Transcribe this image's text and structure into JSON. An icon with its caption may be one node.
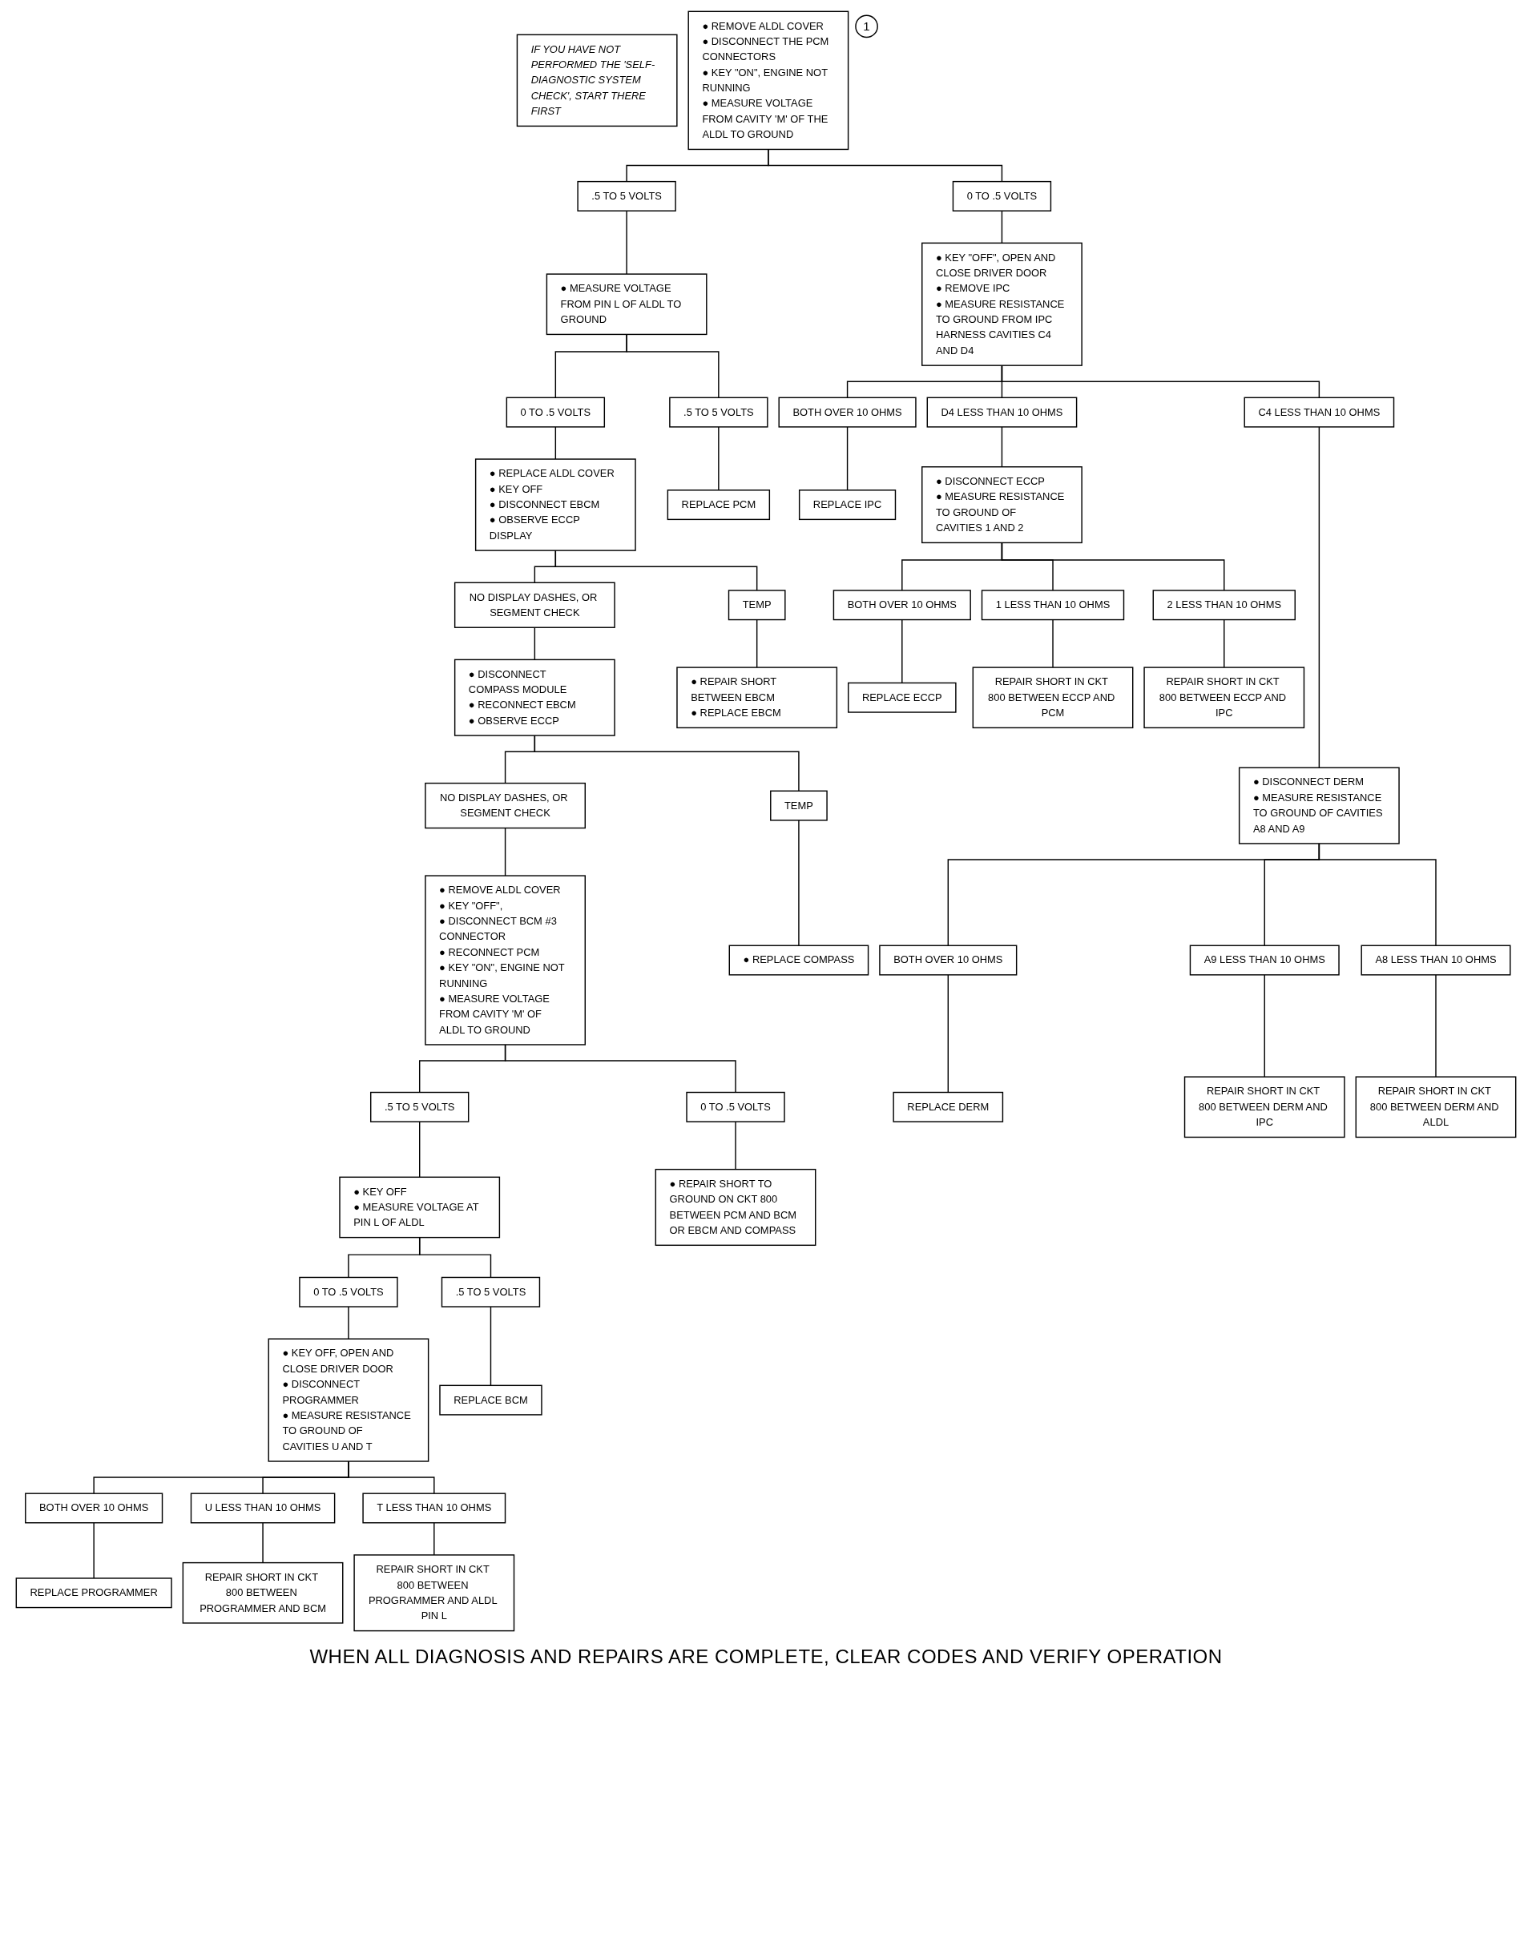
{
  "diagram": {
    "nodes": [
      {
        "text": [
          "IF YOU HAVE NOT PERFORMED THE 'SELF-DIAGNOSTIC SYSTEM CHECK', START THERE FIRST"
        ]
      },
      {
        "text": [
          "● REMOVE ALDL COVER",
          "● DISCONNECT THE PCM CONNECTORS",
          "● KEY \"ON\", ENGINE NOT RUNNING",
          "● MEASURE VOLTAGE FROM CAVITY 'M' OF THE ALDL TO GROUND"
        ],
        "beside": [
          "1"
        ]
      },
      {
        "text": [
          ".5 TO 5 VOLTS"
        ]
      },
      {
        "text": [
          "0 TO .5 VOLTS"
        ]
      },
      {
        "text": [
          "● MEASURE VOLTAGE FROM PIN L OF ALDL TO GROUND"
        ]
      },
      {
        "text": [
          "● KEY \"OFF\", OPEN AND CLOSE DRIVER DOOR",
          "● REMOVE IPC",
          "● MEASURE RESISTANCE TO GROUND FROM IPC HARNESS CAVITIES C4 AND D4"
        ]
      },
      {
        "text": [
          "0 TO .5 VOLTS"
        ]
      },
      {
        "text": [
          ".5 TO 5 VOLTS"
        ]
      },
      {
        "text": [
          "BOTH OVER 10 OHMS"
        ]
      },
      {
        "text": [
          "D4 LESS THAN 10 OHMS"
        ]
      },
      {
        "text": [
          "C4 LESS THAN 10 OHMS"
        ]
      },
      {
        "text": [
          "● REPLACE ALDL COVER",
          "● KEY OFF",
          "● DISCONNECT EBCM",
          "● OBSERVE ECCP DISPLAY"
        ]
      },
      {
        "text": [
          "REPLACE PCM"
        ]
      },
      {
        "text": [
          "REPLACE IPC"
        ]
      },
      {
        "text": [
          "● DISCONNECT ECCP",
          "● MEASURE RESISTANCE TO GROUND OF CAVITIES 1 AND 2"
        ]
      },
      {
        "text": [
          "NO DISPLAY DASHES, OR SEGMENT CHECK"
        ]
      },
      {
        "text": [
          "TEMP"
        ]
      },
      {
        "text": [
          "● DISCONNECT COMPASS MODULE",
          "● RECONNECT EBCM",
          "● OBSERVE ECCP"
        ]
      },
      {
        "text": [
          "● REPAIR SHORT BETWEEN EBCM",
          "● REPLACE EBCM"
        ]
      },
      {
        "text": [
          "BOTH OVER 10 OHMS"
        ]
      },
      {
        "text": [
          "1 LESS THAN 10 OHMS"
        ]
      },
      {
        "text": [
          "2 LESS THAN 10 OHMS"
        ]
      },
      {
        "text": [
          "REPLACE ECCP"
        ]
      },
      {
        "text": [
          "REPAIR SHORT IN CKT 800 BETWEEN ECCP AND PCM"
        ]
      },
      {
        "text": [
          "REPAIR SHORT IN CKT 800 BETWEEN ECCP AND IPC"
        ]
      },
      {
        "text": [
          "NO DISPLAY DASHES, OR SEGMENT CHECK"
        ]
      },
      {
        "text": [
          "TEMP"
        ]
      },
      {
        "text": [
          "● DISCONNECT DERM",
          "● MEASURE RESISTANCE TO GROUND OF CAVITIES A8 AND A9"
        ]
      },
      {
        "text": [
          "● REMOVE ALDL COVER",
          "● KEY \"OFF\",",
          "● DISCONNECT BCM #3 CONNECTOR",
          "● RECONNECT PCM",
          "● KEY \"ON\", ENGINE NOT RUNNING",
          "● MEASURE VOLTAGE FROM CAVITY 'M' OF ALDL TO GROUND"
        ]
      },
      {
        "text": [
          "● REPLACE COMPASS"
        ]
      },
      {
        "text": [
          "BOTH OVER 10 OHMS"
        ]
      },
      {
        "text": [
          "A9 LESS THAN 10 OHMS"
        ]
      },
      {
        "text": [
          "A8 LESS THAN 10 OHMS"
        ]
      },
      {
        "text": [
          "REPLACE DERM"
        ]
      },
      {
        "text": [
          "REPAIR SHORT IN CKT 800 BETWEEN DERM AND IPC"
        ]
      },
      {
        "text": [
          "REPAIR SHORT IN CKT 800 BETWEEN DERM AND ALDL"
        ]
      },
      {
        "text": [
          ".5 TO 5 VOLTS"
        ]
      },
      {
        "text": [
          "0 TO .5 VOLTS"
        ]
      },
      {
        "text": [
          "● KEY OFF",
          "● MEASURE VOLTAGE AT PIN L OF ALDL"
        ]
      },
      {
        "text": [
          "● REPAIR SHORT TO GROUND ON CKT 800 BETWEEN PCM AND BCM OR EBCM AND COMPASS"
        ]
      },
      {
        "text": [
          "0 TO .5 VOLTS"
        ]
      },
      {
        "text": [
          ".5 TO 5 VOLTS"
        ]
      },
      {
        "text": [
          "● KEY OFF, OPEN AND CLOSE DRIVER DOOR",
          "● DISCONNECT PROGRAMMER",
          "● MEASURE RESISTANCE TO GROUND OF CAVITIES U AND T"
        ]
      },
      {
        "text": [
          "REPLACE BCM"
        ]
      },
      {
        "text": [
          "BOTH OVER 10 OHMS"
        ]
      },
      {
        "text": [
          "U LESS THAN 10 OHMS"
        ]
      },
      {
        "text": [
          "T LESS THAN 10 OHMS"
        ]
      },
      {
        "text": [
          "REPLACE PROGRAMMER"
        ]
      },
      {
        "text": [
          "REPAIR SHORT IN CKT 800 BETWEEN PROGRAMMER AND BCM"
        ]
      },
      {
        "text": [
          "REPAIR SHORT IN CKT 800 BETWEEN PROGRAMMER AND ALDL PIN L"
        ]
      }
    ],
    "edges": [
      {
        "from": 1,
        "to": 2,
        "arrow": "none"
      },
      {
        "from": 1,
        "to": 3,
        "arrow": "none"
      },
      {
        "from": 2,
        "to": 4,
        "arrow": "none"
      },
      {
        "from": 3,
        "to": 5,
        "arrow": "none"
      },
      {
        "from": 4,
        "to": 6,
        "arrow": "none"
      },
      {
        "from": 4,
        "to": 7,
        "arrow": "none"
      },
      {
        "from": 5,
        "to": 8,
        "arrow": "none"
      },
      {
        "from": 5,
        "to": 9,
        "arrow": "none"
      },
      {
        "from": 5,
        "to": 10,
        "arrow": "none"
      },
      {
        "from": 6,
        "to": 11,
        "arrow": "none"
      },
      {
        "from": 7,
        "to": 12,
        "arrow": "none"
      },
      {
        "from": 8,
        "to": 13,
        "arrow": "none"
      },
      {
        "from": 9,
        "to": 14,
        "arrow": "none"
      },
      {
        "from": 10,
        "to": 27,
        "arrow": "none"
      },
      {
        "from": 11,
        "to": 15,
        "arrow": "none"
      },
      {
        "from": 11,
        "to": 16,
        "arrow": "none"
      },
      {
        "from": 14,
        "to": 19,
        "arrow": "none"
      },
      {
        "from": 14,
        "to": 20,
        "arrow": "none"
      },
      {
        "from": 14,
        "to": 21,
        "arrow": "none"
      },
      {
        "from": 15,
        "to": 17,
        "arrow": "none"
      },
      {
        "from": 16,
        "to": 18,
        "arrow": "none"
      },
      {
        "from": 17,
        "to": 25,
        "arrow": "none"
      },
      {
        "from": 17,
        "to": 26,
        "arrow": "none"
      },
      {
        "from": 19,
        "to": 22,
        "arrow": "none"
      },
      {
        "from": 20,
        "to": 23,
        "arrow": "none"
      },
      {
        "from": 21,
        "to": 24,
        "arrow": "none"
      },
      {
        "from": 25,
        "to": 28,
        "arrow": "none"
      },
      {
        "from": 26,
        "to": 29,
        "arrow": "none"
      },
      {
        "from": 27,
        "to": 30,
        "arrow": "none"
      },
      {
        "from": 27,
        "to": 31,
        "arrow": "none"
      },
      {
        "from": 27,
        "to": 32,
        "arrow": "none"
      },
      {
        "from": 28,
        "to": 36,
        "arrow": "none"
      },
      {
        "from": 28,
        "to": 37,
        "arrow": "none"
      },
      {
        "from": 30,
        "to": 33,
        "arrow": "none"
      },
      {
        "from": 31,
        "to": 34,
        "arrow": "none"
      },
      {
        "from": 32,
        "to": 35,
        "arrow": "none"
      },
      {
        "from": 36,
        "to": 38,
        "arrow": "none"
      },
      {
        "from": 37,
        "to": 39,
        "arrow": "none"
      },
      {
        "from": 38,
        "to": 40,
        "arrow": "none"
      },
      {
        "from": 38,
        "to": 41,
        "arrow": "none"
      },
      {
        "from": 40,
        "to": 42,
        "arrow": "none"
      },
      {
        "from": 41,
        "to": 43,
        "arrow": "none"
      },
      {
        "from": 42,
        "to": 44,
        "arrow": "none"
      },
      {
        "from": 42,
        "to": 45,
        "arrow": "none"
      },
      {
        "from": 42,
        "to": 46,
        "arrow": "none"
      },
      {
        "from": 44,
        "to": 47,
        "arrow": "none"
      },
      {
        "from": 45,
        "to": 48,
        "arrow": "none"
      },
      {
        "from": 46,
        "to": 49,
        "arrow": "none"
      }
    ],
    "caption": "WHEN ALL DIAGNOSIS AND REPAIRS ARE COMPLETE, CLEAR CODES AND VERIFY OPERATION"
  }
}
